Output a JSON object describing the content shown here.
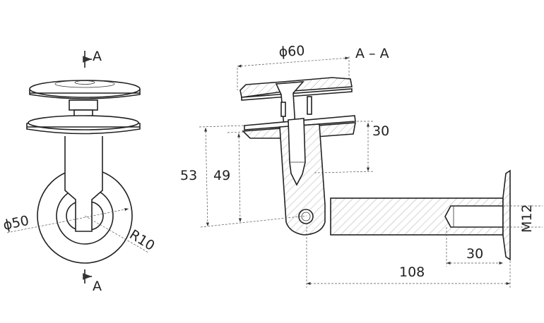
{
  "drawing": {
    "section_mark_top": "A",
    "section_mark_bottom": "A",
    "section_title": "A – A",
    "dimensions": {
      "outer_diameter_base": "ϕ50",
      "radius": "R10",
      "plate_diameter": "ϕ60",
      "clamp_spacing": "30",
      "height_total": "53",
      "height_pivot": "49",
      "length_total": "108",
      "thread_depth": "30",
      "thread_size": "M12"
    }
  }
}
